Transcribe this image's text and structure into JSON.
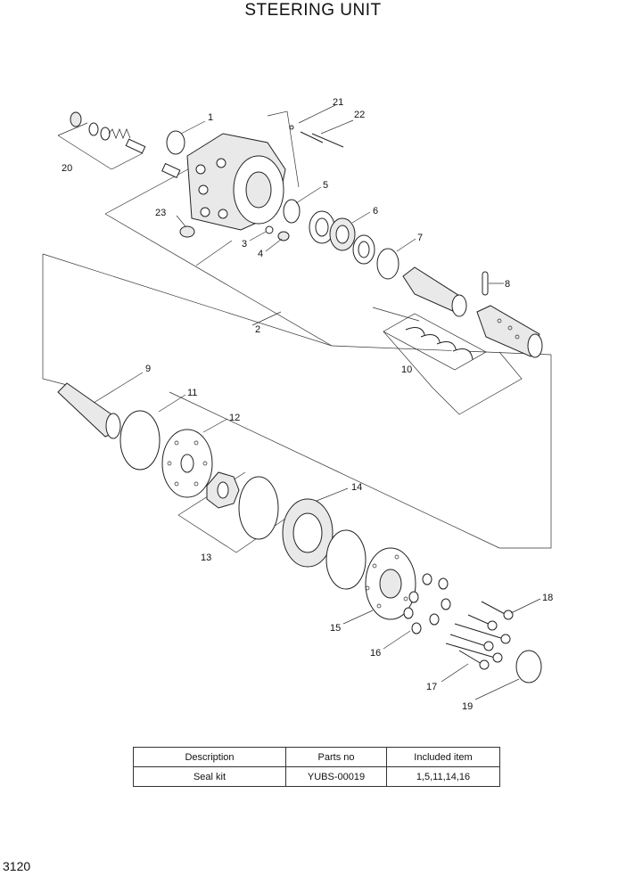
{
  "title": "STEERING UNIT",
  "callouts": [
    "1",
    "2",
    "3",
    "4",
    "5",
    "6",
    "7",
    "8",
    "9",
    "10",
    "11",
    "12",
    "13",
    "14",
    "15",
    "16",
    "17",
    "18",
    "19",
    "20",
    "21",
    "22",
    "23"
  ],
  "table": {
    "headers": [
      "Description",
      "Parts no",
      "Included item"
    ],
    "rows": [
      [
        "Seal kit",
        "YUBS-00019",
        "1,5,11,14,16"
      ]
    ]
  },
  "page_number": "3120"
}
